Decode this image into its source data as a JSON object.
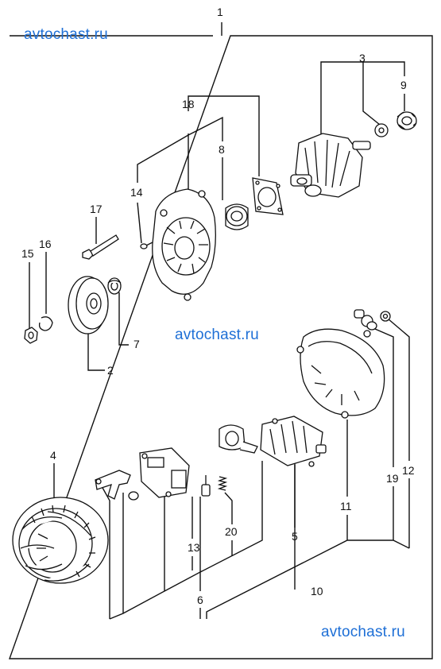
{
  "diagram": {
    "callouts": [
      "1",
      "2",
      "3",
      "4",
      "5",
      "6",
      "7",
      "8",
      "9",
      "10",
      "11",
      "12",
      "13",
      "14",
      "15",
      "16",
      "17",
      "18",
      "19",
      "20"
    ],
    "watermarks": [
      "avtochast.ru",
      "avtochast.ru",
      "avtochast.ru"
    ],
    "colors": {
      "line": "#111111",
      "watermark": "#1e6fd6",
      "background": "#ffffff"
    }
  }
}
